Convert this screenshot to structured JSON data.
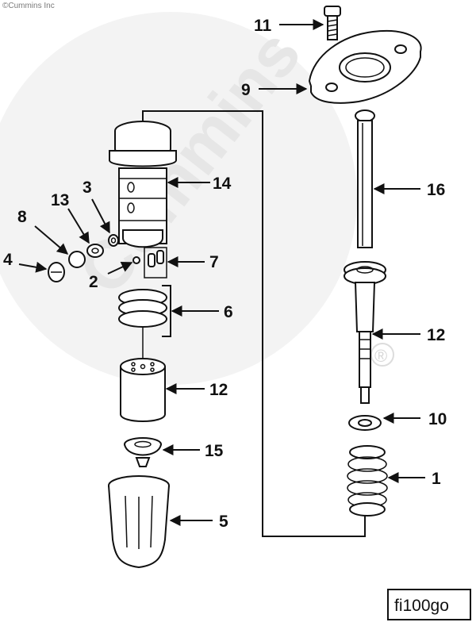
{
  "copyright": "©Cummins Inc",
  "watermark": {
    "text": "Cummins",
    "registered": "®"
  },
  "figure_id": "fi100go",
  "callouts": {
    "c11": "11",
    "c9": "9",
    "c16": "16",
    "c14": "14",
    "c3": "3",
    "c13": "13",
    "c8": "8",
    "c4": "4",
    "c2": "2",
    "c7": "7",
    "c6": "6",
    "c12a": "12",
    "c12b": "12",
    "c10": "10",
    "c15": "15",
    "c1": "1",
    "c5": "5"
  }
}
